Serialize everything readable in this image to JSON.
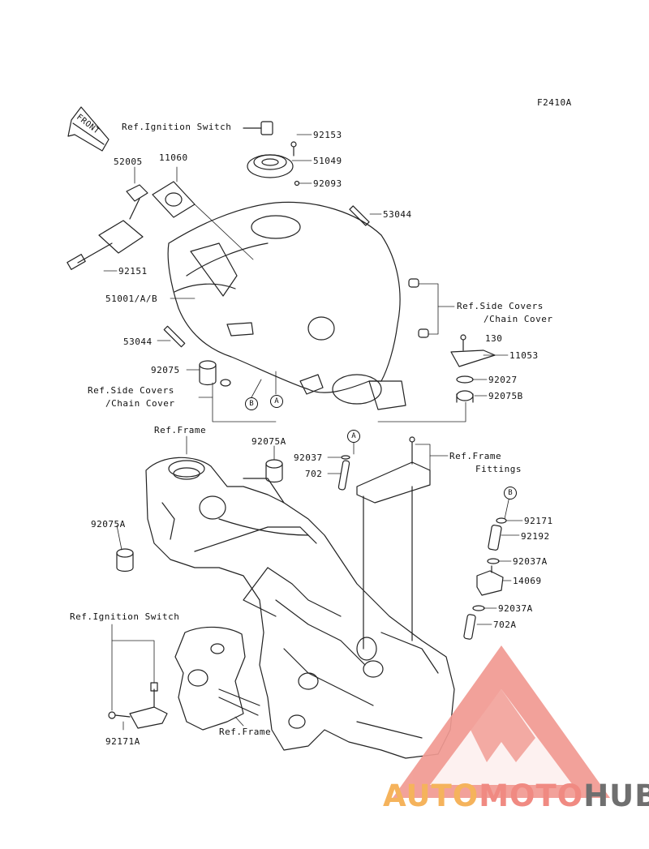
{
  "diagram": {
    "code": "F2410A",
    "front_label": "FRONT",
    "labels": {
      "ref_ignition_switch_top": "Ref.Ignition Switch",
      "p92153": "92153",
      "p51049": "51049",
      "p92093": "92093",
      "p52005": "52005",
      "p11060": "11060",
      "p53044_right": "53044",
      "p92151": "92151",
      "p51001": "51001/A/B",
      "ref_side_covers_right_1": "Ref.Side Covers",
      "ref_side_covers_right_2": "/Chain Cover",
      "p53044_left": "53044",
      "p130": "130",
      "p11053": "11053",
      "p92075": "92075",
      "p92027": "92027",
      "ref_side_covers_left_1": "Ref.Side Covers",
      "ref_side_covers_left_2": "/Chain Cover",
      "p92075B": "92075B",
      "ref_frame_top": "Ref.Frame",
      "p92075A_top": "92075A",
      "p92037": "92037",
      "p702": "702",
      "ref_frame_fittings_1": "Ref.Frame",
      "ref_frame_fittings_2": "Fittings",
      "p92075A_left": "92075A",
      "p92171": "92171",
      "p92192": "92192",
      "p92037A_1": "92037A",
      "p14069": "14069",
      "ref_ignition_switch_bottom": "Ref.Ignition Switch",
      "p92037A_2": "92037A",
      "p702A": "702A",
      "p92171A": "92171A",
      "ref_frame_bottom": "Ref.Frame"
    },
    "markers": {
      "a": "A",
      "b": "B"
    }
  },
  "watermark": {
    "part1": "AUTO",
    "part2": "MOTO",
    "part3": "HUB",
    "colors": {
      "logo": "#f19a92",
      "auto": "#f5b35c",
      "moto": "#f08a82",
      "hub": "#6f6f6f"
    }
  }
}
